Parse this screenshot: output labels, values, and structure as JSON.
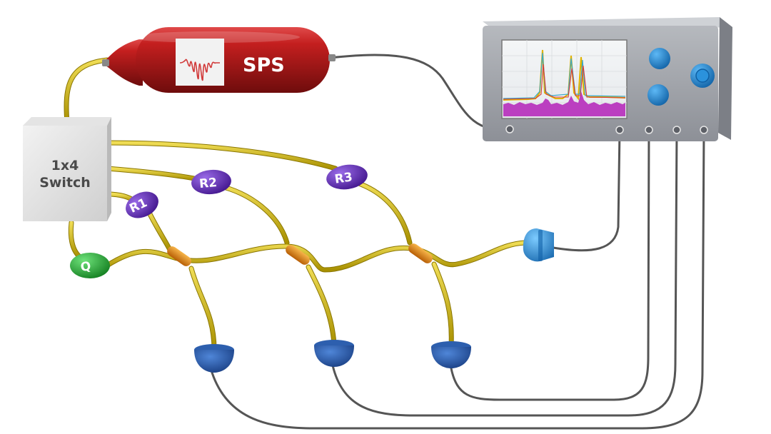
{
  "source": {
    "label": "SPS"
  },
  "switch": {
    "label_line1": "1x4",
    "label_line2": "Switch"
  },
  "nodes": {
    "q": "Q",
    "r1": "R1",
    "r2": "R2",
    "r3": "R3"
  },
  "colors": {
    "fiber": "#c9b10c",
    "source_body": "#9e1414",
    "q_node": "#1aa62a",
    "r_nodes": "#5b1fb0",
    "coupler": "#e08a16",
    "detector": "#1f55a8",
    "output_detector": "#1c86d6",
    "cable": "#555555",
    "instrument": "#9a9ea6",
    "knob": "#1e86d4"
  },
  "icons": {
    "source_symbol": "waveform-icon",
    "detector": "detector-icon",
    "coupler": "coupler-icon"
  }
}
